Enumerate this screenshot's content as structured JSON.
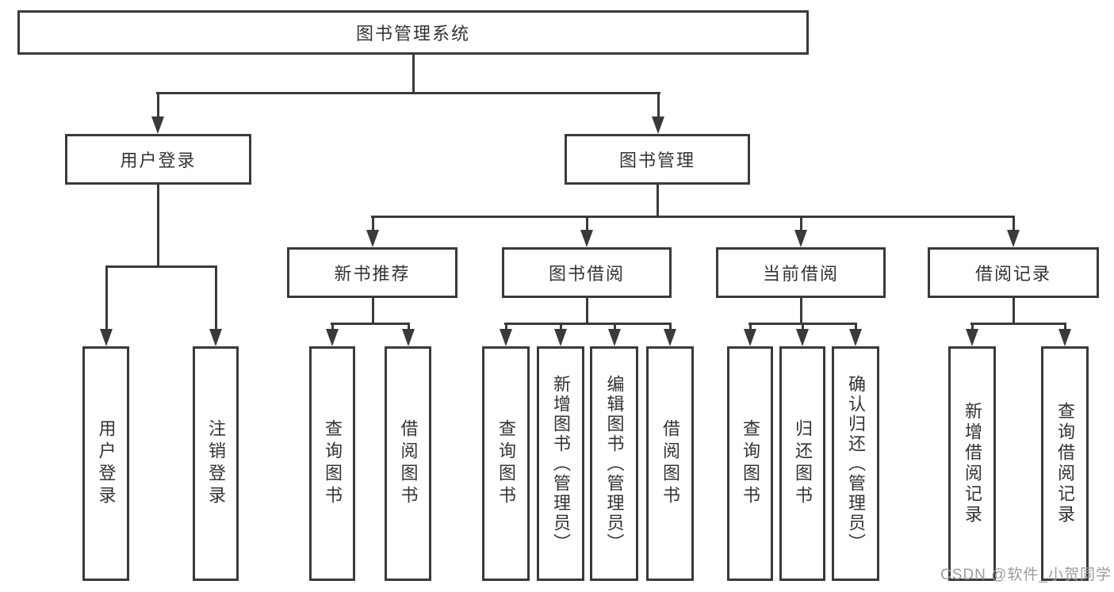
{
  "tree": {
    "root": {
      "label": "图书管理系统",
      "children": [
        {
          "label": "用户登录",
          "children": [
            {
              "label": "用户登录"
            },
            {
              "label": "注销登录"
            }
          ]
        },
        {
          "label": "图书管理",
          "children": [
            {
              "label": "新书推荐",
              "children": [
                {
                  "label": "查询图书"
                },
                {
                  "label": "借阅图书"
                }
              ]
            },
            {
              "label": "图书借阅",
              "children": [
                {
                  "label": "查询图书"
                },
                {
                  "label": "新增图书（管理员）"
                },
                {
                  "label": "编辑图书（管理员）"
                },
                {
                  "label": "借阅图书"
                }
              ]
            },
            {
              "label": "当前借阅",
              "children": [
                {
                  "label": "查询图书"
                },
                {
                  "label": "归还图书"
                },
                {
                  "label": "确认归还（管理员）"
                }
              ]
            },
            {
              "label": "借阅记录",
              "children": [
                {
                  "label": "新增借阅记录"
                },
                {
                  "label": "查询借阅记录"
                }
              ]
            }
          ]
        }
      ]
    }
  },
  "watermark": {
    "text": "CSDN @软件_小贺同学"
  },
  "colors": {
    "line": "#3a3a3a",
    "text": "#333333",
    "watermark": "#9b9b9b",
    "background": "#ffffff"
  }
}
